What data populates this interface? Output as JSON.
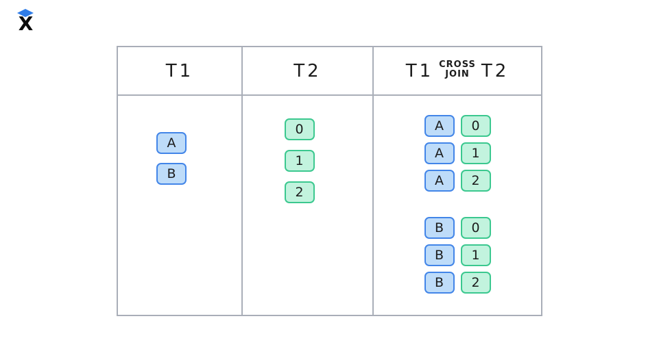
{
  "logo": {
    "letter": "X"
  },
  "colors": {
    "diamond_blue": "#2e7ce8",
    "blue_fill": "#bedcf9",
    "blue_border": "#4285e8",
    "green_fill": "#c2f3de",
    "green_border": "#3bc88f",
    "table_border": "#a9aeb8",
    "text": "#1c1c1c"
  },
  "table": {
    "headers": {
      "t1": "T1",
      "t2": "T2",
      "cross": {
        "left": "T1",
        "op_top": "CROSS",
        "op_bottom": "JOIN",
        "right": "T2"
      }
    },
    "t1_values": [
      "A",
      "B"
    ],
    "t2_values": [
      "0",
      "1",
      "2"
    ],
    "cross_join": {
      "group_a": [
        {
          "t1": "A",
          "t2": "0"
        },
        {
          "t1": "A",
          "t2": "1"
        },
        {
          "t1": "A",
          "t2": "2"
        }
      ],
      "group_b": [
        {
          "t1": "B",
          "t2": "0"
        },
        {
          "t1": "B",
          "t2": "1"
        },
        {
          "t1": "B",
          "t2": "2"
        }
      ]
    }
  }
}
